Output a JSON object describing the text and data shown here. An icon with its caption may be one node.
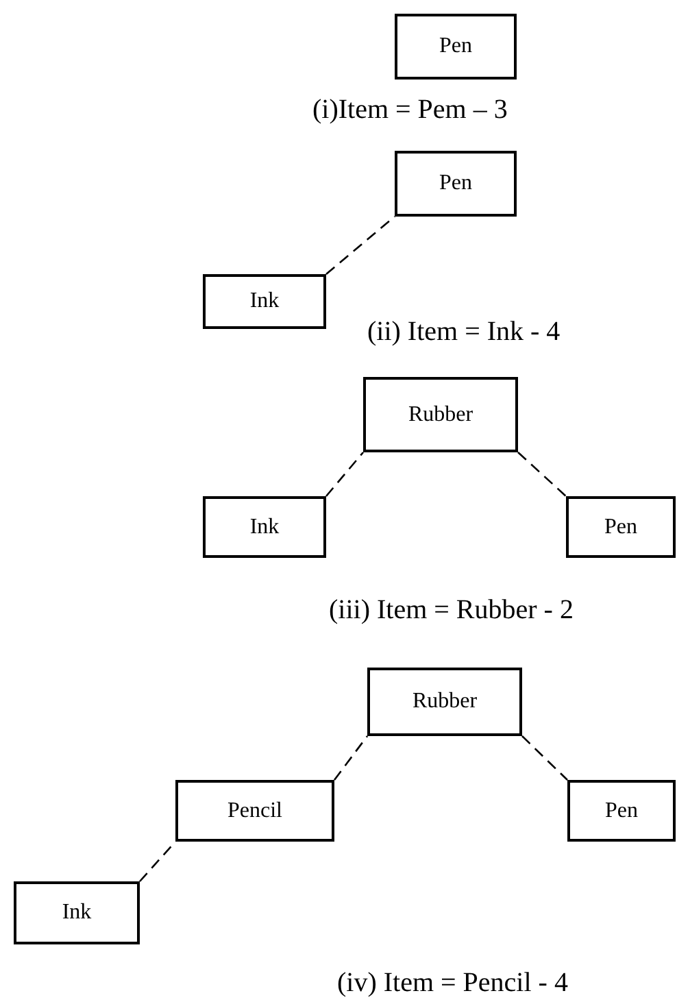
{
  "diagram": {
    "nodes": [
      {
        "text": [
          "Pen"
        ]
      },
      {
        "text": [
          "Ink"
        ]
      },
      {
        "text": [
          "Pen"
        ]
      },
      {
        "text": [
          "Rubber"
        ]
      },
      {
        "text": [
          "Ink"
        ]
      },
      {
        "text": [
          "Pen"
        ]
      },
      {
        "text": [
          "Rubber"
        ]
      },
      {
        "text": [
          "Pencil"
        ]
      },
      {
        "text": [
          "Pen"
        ]
      },
      {
        "text": [
          "Ink"
        ]
      }
    ],
    "edges": [
      {
        "from": 1,
        "to": 2,
        "arrow": "none"
      },
      {
        "from": 4,
        "to": 3,
        "arrow": "none"
      },
      {
        "from": 3,
        "to": 5,
        "arrow": "none"
      },
      {
        "from": 7,
        "to": 6,
        "arrow": "none"
      },
      {
        "from": 6,
        "to": 8,
        "arrow": "none"
      },
      {
        "from": 9,
        "to": 7,
        "arrow": "none"
      }
    ],
    "labels": [
      "(i)Item = Pem – 3",
      "(ii) Item = Ink - 4",
      "(iii) Item = Rubber - 2",
      "(iv) Item = Pencil - 4"
    ]
  }
}
